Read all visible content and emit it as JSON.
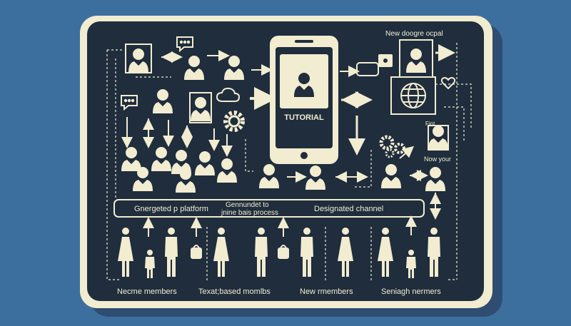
{
  "diagram": {
    "phone_label": "TUTORIAL",
    "top_right_label": "New doogre ocpal",
    "side_label_1": "Fint",
    "side_label_2": "Now your",
    "bar_labels": {
      "left": "Gnergeted p platform",
      "middle_1": "Gennundet to",
      "middle_2": "jnine bais process",
      "right": "Designated channel"
    },
    "bottom_labels": [
      "Necme members",
      "Texat;based momlbs",
      "New rmembers",
      "Seniagh nermers"
    ]
  }
}
